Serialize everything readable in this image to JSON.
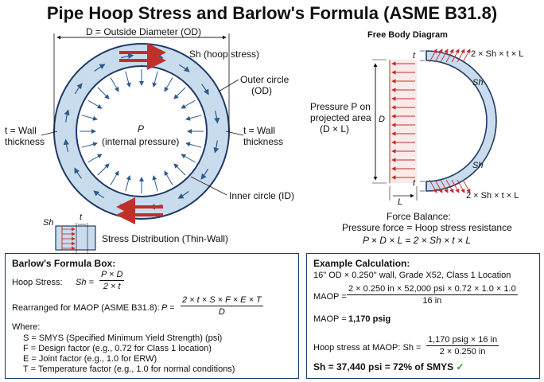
{
  "title": "Pipe Hoop Stress and Barlow's Formula (ASME B31.8)",
  "diagram": {
    "od_label": "D = Outside Diameter (OD)",
    "hoop_label": "Sh (hoop stress)",
    "outer_label_1": "Outer circle",
    "outer_label_2": "(OD)",
    "wall_left_1": "t = Wall",
    "wall_left_2": "thickness",
    "wall_right_1": "t = Wall",
    "wall_right_2": "thickness",
    "pressure_1": "P",
    "pressure_2": "(internal pressure)",
    "inner_label": "Inner circle (ID)",
    "stress_dist_label": "Stress Distribution (Thin-Wall)",
    "stress_sh": "Sh",
    "stress_t": "t"
  },
  "fbd": {
    "title": "Free Body Diagram",
    "force_top": "2 × Sh × t × L",
    "force_bottom": "2 × Sh × t × L",
    "sh_top": "Sh",
    "sh_bottom": "Sh",
    "t_top": "t",
    "t_bottom": "t",
    "d_label": "D",
    "l_label": "L",
    "pressure_1": "Pressure P on",
    "pressure_2": "projected area",
    "pressure_3": "(D × L)",
    "balance_1": "Force Balance:",
    "balance_2": "Pressure force = Hoop stress resistance",
    "balance_3": "P × D × L = 2 × Sh × t × L"
  },
  "barlow": {
    "heading": "Barlow's Formula Box:",
    "hoop_label": "Hoop Stress:",
    "hoop_lhs": "Sh =",
    "hoop_num": "P × D",
    "hoop_den": "2 × t",
    "maop_label": "Rearranged for MAOP (ASME B31.8):",
    "maop_lhs": "P =",
    "maop_num": "2 × t × S × F × E × T",
    "maop_den": "D",
    "where": "Where:",
    "defs": [
      "S = SMYS (Specified Minimum Yield Strength) (psi)",
      "F = Design factor (e.g., 0.72 for Class 1 location)",
      "E = Joint factor (e.g., 1.0 for ERW)",
      "T = Temperature factor (e.g., 1.0 for normal conditions)"
    ]
  },
  "example": {
    "heading": "Example Calculation:",
    "spec": "16\" OD × 0.250\" wall, Grade X52, Class 1 Location",
    "maop_lhs": "MAOP =",
    "maop_num": "2 × 0.250 in × 52,000 psi × 0.72 × 1.0 × 1.0",
    "maop_den": "16 in",
    "maop_result_label": "MAOP =",
    "maop_result_value": "1,170 psig",
    "hoop_lhs": "Hoop stress at MAOP: Sh =",
    "hoop_num": "1,170 psig × 16 in",
    "hoop_den": "2 × 0.250 in",
    "final": "Sh = 37,440 psi = 72% of SMYS",
    "check": "✓"
  },
  "colors": {
    "pipe": "#c9dcee",
    "outline": "#1f3a66",
    "arrow_red": "#c0302b",
    "arrow_blue": "#2e5a8c",
    "check": "#2e9a2e"
  }
}
